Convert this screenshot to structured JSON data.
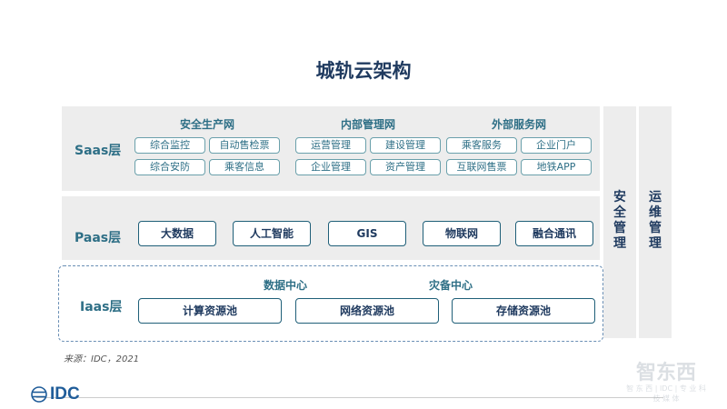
{
  "title": "城轨云架构",
  "saas": {
    "label": "Saas层",
    "groups": [
      {
        "title": "安全生产网",
        "items": [
          "综合监控",
          "自动售检票",
          "综合安防",
          "乘客信息"
        ]
      },
      {
        "title": "内部管理网",
        "items": [
          "运营管理",
          "建设管理",
          "企业管理",
          "资产管理"
        ]
      },
      {
        "title": "外部服务网",
        "items": [
          "乘客服务",
          "企业门户",
          "互联网售票",
          "地铁APP"
        ]
      }
    ]
  },
  "paas": {
    "label": "Paas层",
    "items": [
      "大数据",
      "人工智能",
      "GIS",
      "物联网",
      "融合通讯"
    ]
  },
  "iaas": {
    "label": "Iaas层",
    "centers": [
      "数据中心",
      "灾备中心"
    ],
    "items": [
      "计算资源池",
      "网络资源池",
      "存储资源池"
    ]
  },
  "side": {
    "security": [
      "安",
      "全",
      "管",
      "理"
    ],
    "ops": [
      "运",
      "维",
      "管",
      "理"
    ]
  },
  "source": "来源：IDC，2021",
  "logo": {
    "text": "IDC"
  },
  "watermark": {
    "text": "智东西",
    "sub": "智 东 西 | IDC | 专 业 科 技 媒 体"
  }
}
